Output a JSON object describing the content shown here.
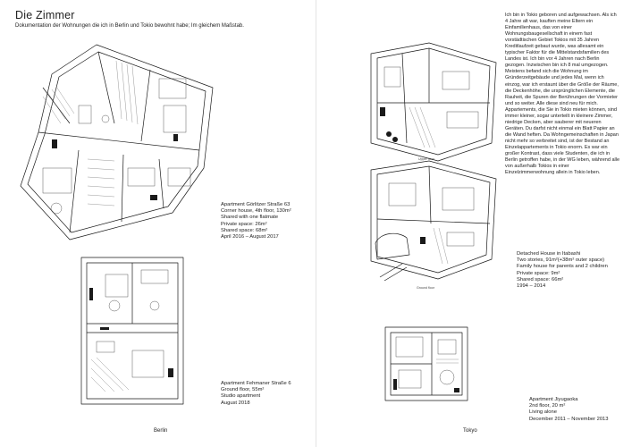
{
  "header": {
    "title": "Die Zimmer",
    "subtitle": "Dokumentation der Wohnungen die ich in Berlin und Tokio bewohnt habe; Im gleichem Maßstab."
  },
  "apartments": [
    {
      "lines": [
        "Apartment Görlitzer Straße 63",
        "Corner house, 4th floor, 130m²",
        "Shared with one flatmate",
        "Private space: 26m²",
        "Shared space: 68m²",
        "April 2016 – August 2017"
      ]
    },
    {
      "lines": [
        "Apartment Fehmaner Straße 6",
        "Ground floor, 55m²",
        "Studio apartment",
        "August 2018"
      ]
    },
    {
      "lines": [
        "Detached House in Itabashi",
        "Two stories, 91m²(+38m² outer space)",
        "Family house for parents and 2 children",
        "Private space: 9m²",
        "Shared space: 66m²",
        "1994 – 2014"
      ]
    },
    {
      "lines": [
        "Apartment Jiyugaoka",
        "2nd floor, 20 m²",
        "Living alone",
        "December 2011 – November 2013"
      ]
    }
  ],
  "floor_labels": {
    "upper": "Upper floor",
    "ground": "Ground floor"
  },
  "cities": {
    "left": "Berlin",
    "right": "Tokyo"
  },
  "body_text": "Ich bin in Tokio geboren und aufgewachsen. Als ich 4 Jahre alt war, kauften meine Eltern ein Einfamilienhaus, das von einer Wohnungsbaugesellschaft in einem fast vorstädtischen Gebiet Tokios mit 35 Jahren Kreditlaufzeit gebaut wurde, was allesamt ein typischer Faktor für die Mittelstandsfamilien des Landes ist. Ich bin vor 4 Jahren nach Berlin gezogen. Inzwischen bin ich 8 mal umgezogen. Meistens befand sich die Wohnung im Gründerzeitgebäude und jedes Mal, wenn ich einzog, war ich erstaunt über die Größe der Räume, die Deckenhöhe, die ursprünglichen Elemente, die Rauheit, die Spuren der Berührungen der Vormieter und so weiter. Alle diese sind neu für mich. Appartements, die Sie in Tokio mieten können, sind immer kleiner, sogar unterteilt in kleinere Zimmer, niedrige Decken, aber sauberer mit neueren Geräten. Du darfst nicht einmal ein Blatt Papier an die Wand heften. Da Wohngemeinschaften in Japan nicht mehr so verbreitet sind, ist der Bestand an Einzelappartements in Tokio enorm. Es war ein großer Kontrast, dass viele Studenten, die ich in Berlin getroffen habe, in der WG leben, während alle von außerhalb Tokios in einer Einzelzimmerwohnung allein in Tokio leben."
}
